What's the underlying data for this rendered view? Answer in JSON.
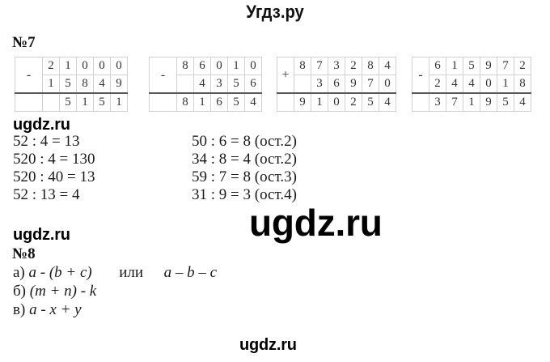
{
  "header": {
    "title": "Угдз.ру"
  },
  "task7": {
    "number": "№7",
    "columns": [
      {
        "op": "-",
        "top": [
          "",
          "2",
          "1",
          "0",
          "0",
          "0"
        ],
        "bottom": [
          "",
          "1",
          "5",
          "8",
          "4",
          "9"
        ],
        "result": [
          "",
          "",
          "5",
          "1",
          "5",
          "1"
        ]
      },
      {
        "op": "-",
        "top": [
          "8",
          "6",
          "0",
          "1",
          "0"
        ],
        "bottom": [
          "",
          "4",
          "3",
          "5",
          "6"
        ],
        "result": [
          "8",
          "1",
          "6",
          "5",
          "4"
        ]
      },
      {
        "op": "+",
        "top": [
          "8",
          "7",
          "3",
          "2",
          "8",
          "4"
        ],
        "bottom": [
          "",
          "3",
          "6",
          "9",
          "7",
          "0"
        ],
        "result": [
          "9",
          "1",
          "0",
          "2",
          "5",
          "4"
        ]
      },
      {
        "op": "-",
        "top": [
          "6",
          "1",
          "5",
          "9",
          "7",
          "2"
        ],
        "bottom": [
          "2",
          "4",
          "4",
          "0",
          "1",
          "8"
        ],
        "result": [
          "3",
          "7",
          "1",
          "9",
          "5",
          "4"
        ]
      }
    ],
    "left_equations": [
      "52 : 4 = 13",
      "520 : 4 = 130",
      "520 : 40 = 13",
      "52 : 13 = 4"
    ],
    "right_equations": [
      "50 : 6 = 8 (ост.2)",
      "34 : 8 = 4 (ост.2)",
      "59 : 7 = 8 (ост.3)",
      "31 : 9 = 3 (ост.4)"
    ]
  },
  "task8": {
    "number": "№8",
    "items": [
      {
        "label": "а)",
        "expr": "a - (b + c)",
        "or": "или",
        "alt": "a – b – c"
      },
      {
        "label": "б)",
        "expr": "(m + n) - k"
      },
      {
        "label": "в)",
        "expr": "a - x + y"
      }
    ]
  },
  "watermarks": {
    "w1": "ugdz.ru",
    "w2": "ugdz.ru",
    "w3": "ugdz.ru",
    "w4": "ugdz.ru"
  }
}
